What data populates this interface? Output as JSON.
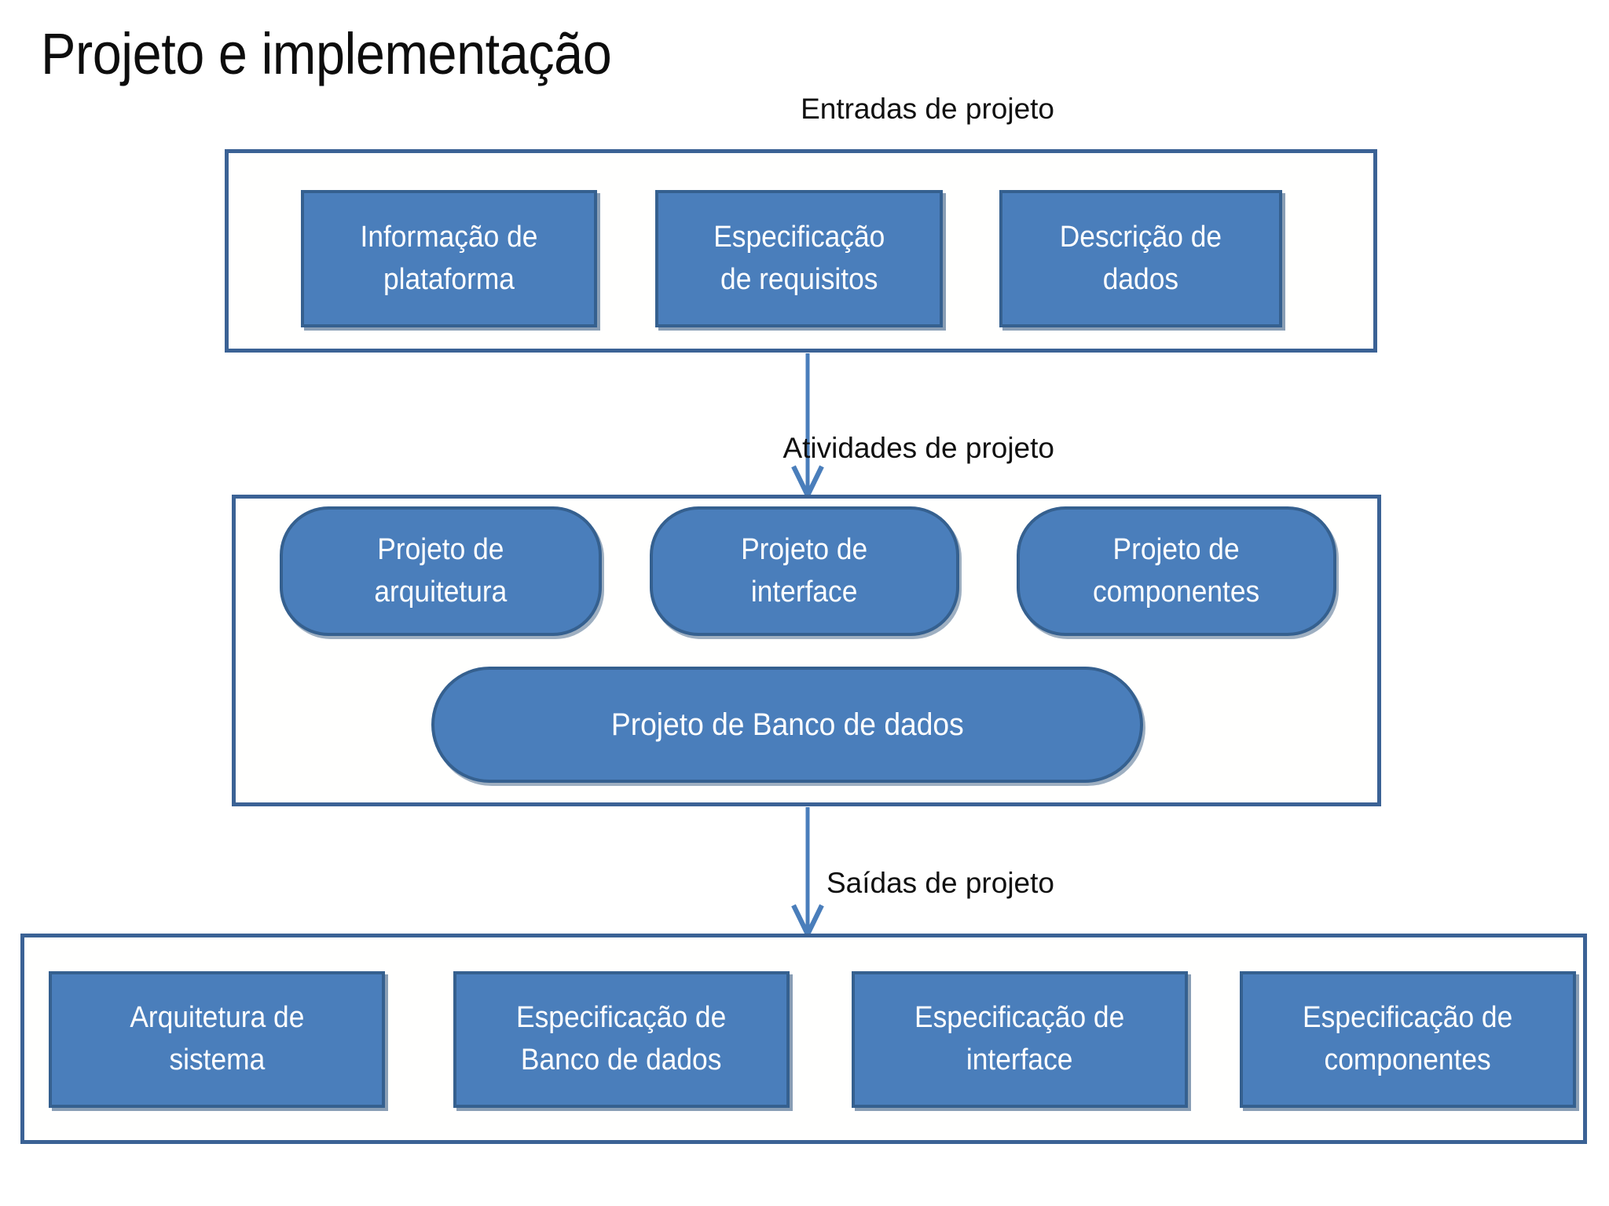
{
  "title": "Projeto e implementação",
  "sections": [
    {
      "id": "entradas",
      "caption": "Entradas de projeto",
      "nodes": [
        {
          "id": "informacao-plataforma",
          "label": "Informação de\nplataforma"
        },
        {
          "id": "especificacao-requisitos",
          "label": "Especificação\nde requisitos"
        },
        {
          "id": "descricao-dados",
          "label": "Descrição de\ndados"
        }
      ]
    },
    {
      "id": "atividades",
      "caption": "Atividades de projeto",
      "nodes": [
        {
          "id": "projeto-arquitetura",
          "label": "Projeto de\narquitetura"
        },
        {
          "id": "projeto-interface",
          "label": "Projeto de\ninterface"
        },
        {
          "id": "projeto-componentes",
          "label": "Projeto de\ncomponentes"
        },
        {
          "id": "projeto-banco",
          "label": "Projeto de Banco de dados"
        }
      ]
    },
    {
      "id": "saidas",
      "caption": "Saídas de projeto",
      "nodes": [
        {
          "id": "arquitetura-sistema",
          "label": "Arquitetura de\nsistema"
        },
        {
          "id": "especificacao-banco",
          "label": "Especificação de\nBanco de dados"
        },
        {
          "id": "especificacao-interface",
          "label": "Especificação  de\ninterface"
        },
        {
          "id": "especificacao-componentes",
          "label": "Especificação de\ncomponentes"
        }
      ]
    }
  ],
  "connectors": [
    {
      "id": "entradas-to-atividades",
      "from": "group-entradas",
      "to": "group-atividades",
      "kind": "down-arrow"
    },
    {
      "id": "arquitetura-to-interface",
      "from": "projeto-arquitetura",
      "to": "projeto-interface",
      "kind": "right-arrow"
    },
    {
      "id": "interface-to-componentes",
      "from": "projeto-interface",
      "to": "projeto-componentes",
      "kind": "right-arrow"
    },
    {
      "id": "arquitetura-to-banco",
      "from": "projeto-arquitetura",
      "to": "projeto-banco",
      "kind": "diagonal-arrow"
    },
    {
      "id": "componentes-to-banco",
      "from": "projeto-componentes",
      "to": "projeto-banco",
      "kind": "diagonal-arrow"
    },
    {
      "id": "atividades-to-saidas",
      "from": "group-atividades",
      "to": "group-saidas",
      "kind": "down-arrow"
    }
  ],
  "colors": {
    "node_fill": "#4a7ebb",
    "node_border": "#35608f",
    "group_border": "#3b6295",
    "connector": "#4a7ebb",
    "node_text": "#ffffff",
    "caption_text": "#101010",
    "background": "#ffffff"
  }
}
